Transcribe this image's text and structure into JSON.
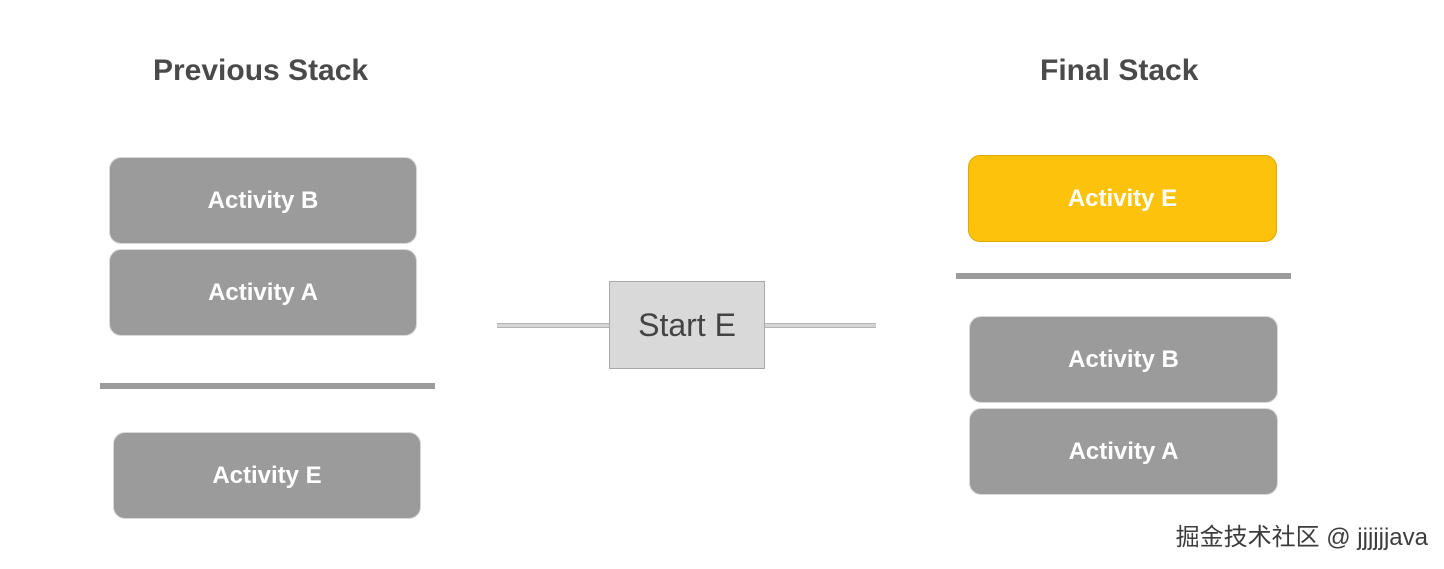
{
  "previous_stack": {
    "title": "Previous Stack",
    "above_line": [
      "Activity B",
      "Activity A"
    ],
    "below_line": [
      "Activity E"
    ]
  },
  "action": {
    "label": "Start E"
  },
  "final_stack": {
    "title": "Final Stack",
    "above_line": [
      "Activity E"
    ],
    "below_line": [
      "Activity B",
      "Activity A"
    ],
    "highlight_color": "#FDC20B"
  },
  "colors": {
    "card": "#9B9B9B",
    "divider": "#9B9B9B",
    "action_box": "#D9D9D9"
  },
  "watermark": "掘金技术社区 @ jjjjjjava"
}
